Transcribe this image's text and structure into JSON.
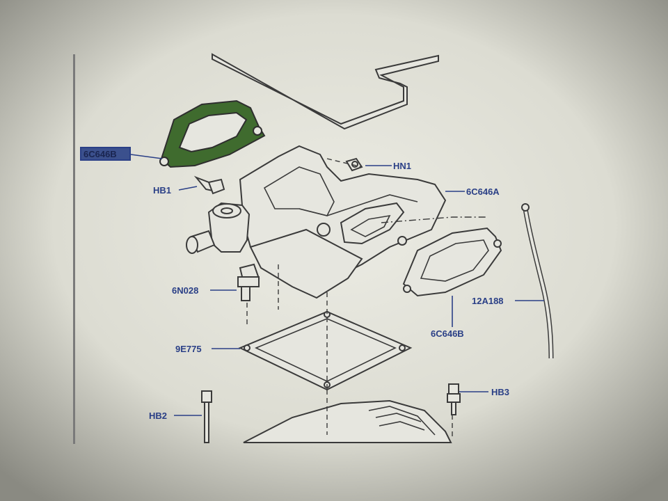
{
  "colors": {
    "label": "#2a3f86",
    "highlight_green": "#3f6b2e",
    "highlight_box": "#2a3f86",
    "paper": "#e4e4dc",
    "ink": "#3a3a3a"
  },
  "callouts": [
    {
      "id": "c1",
      "text": "6C646B",
      "highlighted": true
    },
    {
      "id": "c2",
      "text": "HN1"
    },
    {
      "id": "c3",
      "text": "HB1"
    },
    {
      "id": "c4",
      "text": "6C646A"
    },
    {
      "id": "c5",
      "text": "6N028"
    },
    {
      "id": "c6",
      "text": "12A188"
    },
    {
      "id": "c7",
      "text": "6C646B"
    },
    {
      "id": "c8",
      "text": "9E775"
    },
    {
      "id": "c9",
      "text": "HB3"
    },
    {
      "id": "c10",
      "text": "HB2"
    }
  ]
}
